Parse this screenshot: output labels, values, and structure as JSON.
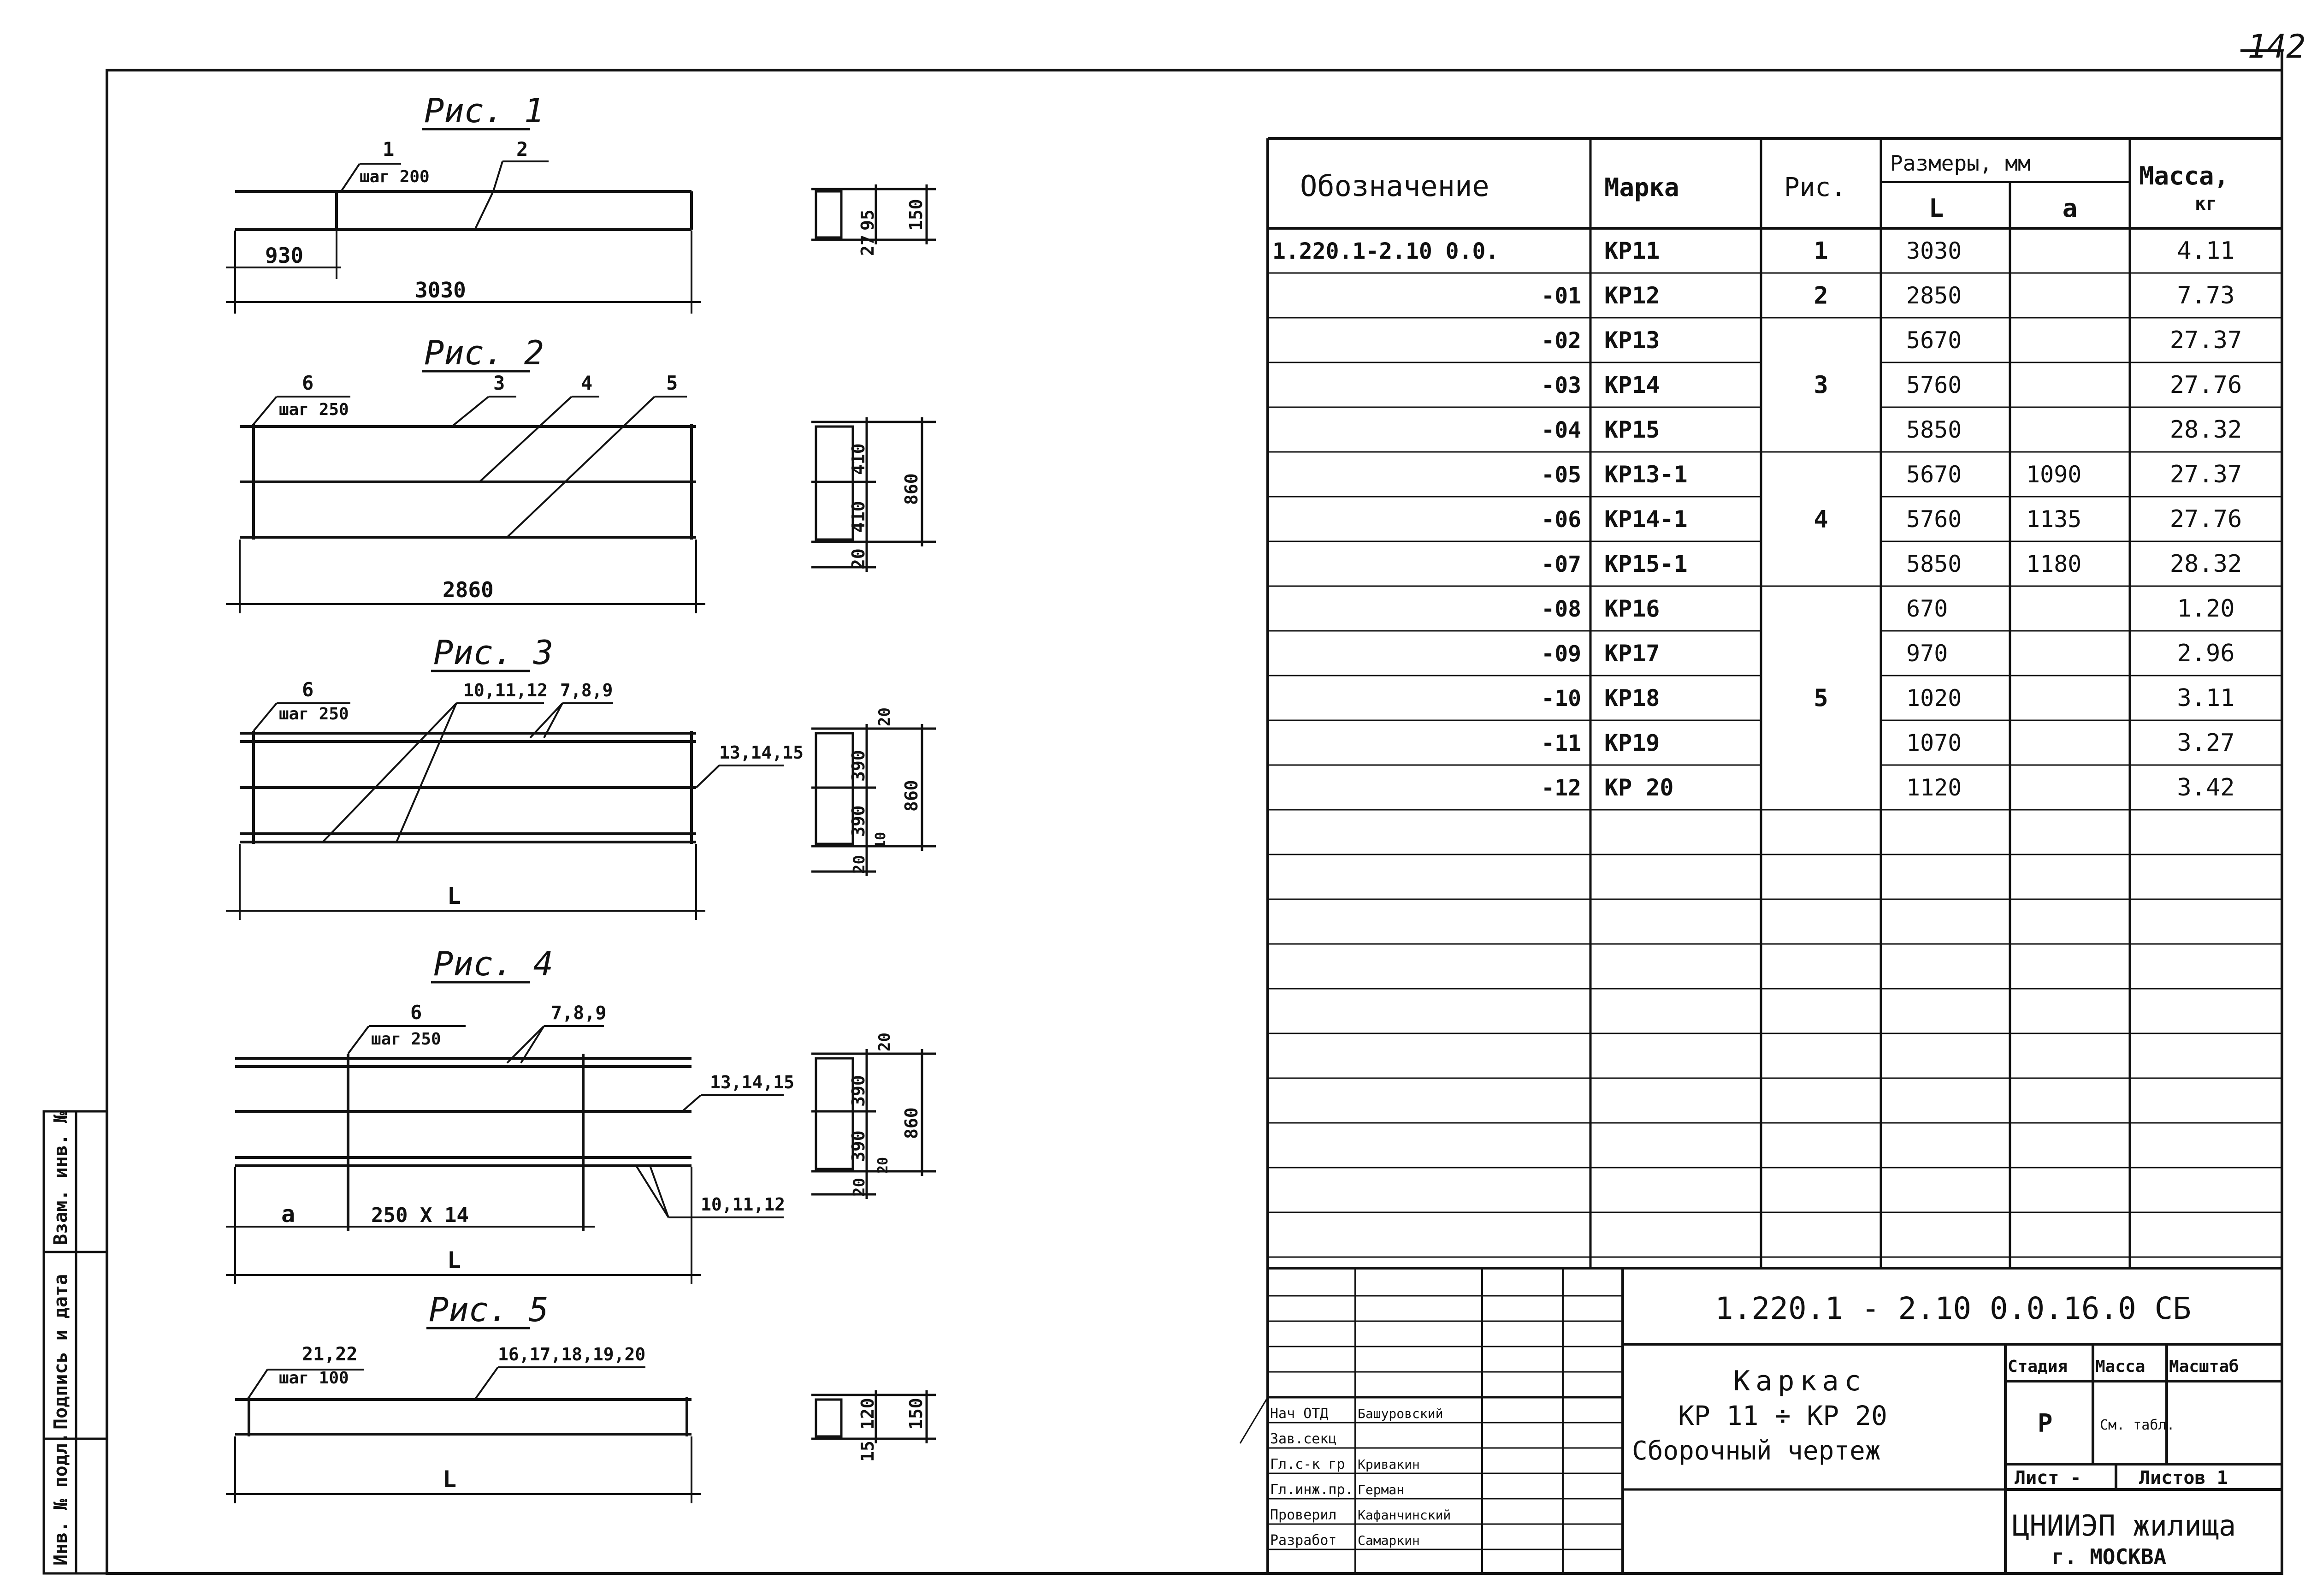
{
  "page_number": "142",
  "figures": [
    {
      "title": "Рис. 1",
      "step": "шаг 200",
      "callouts": [
        "1",
        "2"
      ],
      "dims": [
        "930",
        "3030"
      ],
      "section_dims": [
        "27",
        "95",
        "150"
      ]
    },
    {
      "title": "Рис. 2",
      "step": "шаг 250",
      "callouts": [
        "6",
        "3",
        "4",
        "5"
      ],
      "dims": [
        "2860"
      ],
      "section_dims": [
        "20",
        "410",
        "410",
        "860"
      ]
    },
    {
      "title": "Рис. 3",
      "step": "шаг 250",
      "callouts": [
        "6",
        "10,11,12",
        "7,8,9",
        "13,14,15"
      ],
      "dims": [
        "L"
      ],
      "section_dims": [
        "20",
        "390",
        "10",
        "390",
        "20",
        "860"
      ]
    },
    {
      "title": "Рис. 4",
      "step": "шаг 250",
      "callouts": [
        "6",
        "7,8,9",
        "13,14,15",
        "10,11,12"
      ],
      "dims": [
        "a",
        "250 X 14",
        "L"
      ],
      "section_dims": [
        "20",
        "390",
        "20",
        "390",
        "20",
        "860"
      ]
    },
    {
      "title": "Рис. 5",
      "step": "шаг 100",
      "callouts": [
        "21,22",
        "16,17,18,19,20"
      ],
      "dims": [
        "L"
      ],
      "section_dims": [
        "15",
        "120",
        "150"
      ]
    }
  ],
  "table": {
    "headers": {
      "designation": "Обозначение",
      "mark": "Марка",
      "fig": "Рис.",
      "sizes": "Размеры, мм",
      "L": "L",
      "a": "a",
      "mass": "Масса,",
      "mass_unit": "кг"
    },
    "rows": [
      {
        "designation": "1.220.1-2.10 0.0.",
        "mark": "КР11",
        "L": "3030",
        "a": "",
        "mass": "4.11"
      },
      {
        "designation": "-01",
        "mark": "КР12",
        "L": "2850",
        "a": "",
        "mass": "7.73"
      },
      {
        "designation": "-02",
        "mark": "КР13",
        "L": "5670",
        "a": "",
        "mass": "27.37"
      },
      {
        "designation": "-03",
        "mark": "КР14",
        "L": "5760",
        "a": "",
        "mass": "27.76"
      },
      {
        "designation": "-04",
        "mark": "КР15",
        "L": "5850",
        "a": "",
        "mass": "28.32"
      },
      {
        "designation": "-05",
        "mark": "КР13-1",
        "L": "5670",
        "a": "1090",
        "mass": "27.37"
      },
      {
        "designation": "-06",
        "mark": "КР14-1",
        "L": "5760",
        "a": "1135",
        "mass": "27.76"
      },
      {
        "designation": "-07",
        "mark": "КР15-1",
        "L": "5850",
        "a": "1180",
        "mass": "28.32"
      },
      {
        "designation": "-08",
        "mark": "КР16",
        "L": "670",
        "a": "",
        "mass": "1.20"
      },
      {
        "designation": "-09",
        "mark": "КР17",
        "L": "970",
        "a": "",
        "mass": "2.96"
      },
      {
        "designation": "-10",
        "mark": "КР18",
        "L": "1020",
        "a": "",
        "mass": "3.11"
      },
      {
        "designation": "-11",
        "mark": "КР19",
        "L": "1070",
        "a": "",
        "mass": "3.27"
      },
      {
        "designation": "-12",
        "mark": "КР 20",
        "L": "1120",
        "a": "",
        "mass": "3.42"
      }
    ],
    "fig_groups": [
      {
        "label": "1",
        "start": 0,
        "count": 1
      },
      {
        "label": "2",
        "start": 1,
        "count": 1
      },
      {
        "label": "3",
        "start": 2,
        "count": 3
      },
      {
        "label": "4",
        "start": 5,
        "count": 3
      },
      {
        "label": "5",
        "start": 8,
        "count": 5
      }
    ],
    "empty_rows": 10
  },
  "title_block": {
    "doc_code": "1.220.1 - 2.10 0.0.16.0 СБ",
    "name_line1": "Каркас",
    "name_line2": "КР 11 ÷ КР 20",
    "name_line3": "Сборочный чертеж",
    "stage_label": "Стадия",
    "mass_label": "Масса",
    "scale_label": "Масштаб",
    "stage": "Р",
    "mass_value": "См. табл.",
    "sheet_label": "Лист -",
    "sheets_label": "Листов 1",
    "org_line1": "ЦНИИЭП жилища",
    "org_line2": "г. МОСКВА",
    "signers": [
      {
        "role": "Нач ОТД",
        "name": "Башуровский"
      },
      {
        "role": "Зав.секц",
        "name": ""
      },
      {
        "role": "Гл.с-к гр",
        "name": "Кривакин"
      },
      {
        "role": "Гл.инж.пр.",
        "name": "Герман"
      },
      {
        "role": "Проверил",
        "name": "Кафанчинский"
      },
      {
        "role": "Разработ",
        "name": "Самаркин"
      }
    ]
  },
  "side_stamp": {
    "inv_podl": "Инв. № подл.",
    "podpis": "Подпись и дата",
    "vzam": "Взам. инв. №"
  }
}
